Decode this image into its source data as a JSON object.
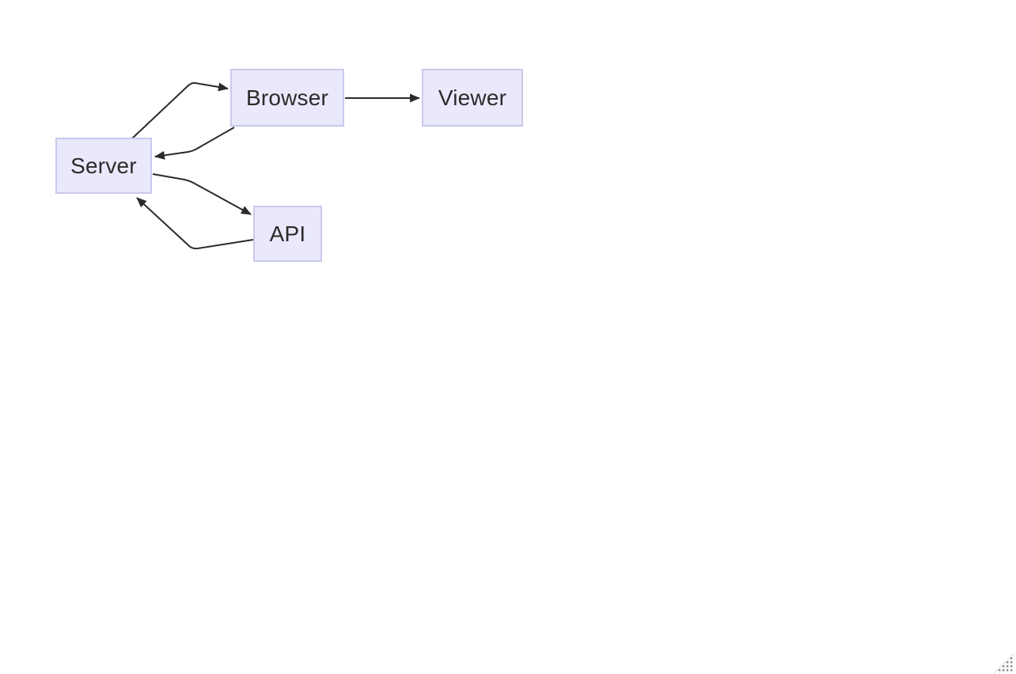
{
  "page": {
    "background_color": "#ffffff"
  },
  "diagram": {
    "nodes": [
      {
        "id": "server",
        "label": "Server"
      },
      {
        "id": "browser",
        "label": "Browser"
      },
      {
        "id": "viewer",
        "label": "Viewer"
      },
      {
        "id": "api",
        "label": "API"
      }
    ],
    "edges": [
      {
        "from": "Server",
        "to": "Browser"
      },
      {
        "from": "Browser",
        "to": "Server"
      },
      {
        "from": "Browser",
        "to": "Viewer"
      },
      {
        "from": "Server",
        "to": "API"
      },
      {
        "from": "API",
        "to": "Server"
      }
    ],
    "colors": {
      "node_fill": "#e9e9fb",
      "node_border": "#c8c9ec",
      "node_text": "#2b2b2b",
      "edge_stroke": "#2b2b2b"
    }
  },
  "resize_grip": {
    "icon": "resize-grip-icon",
    "dot_color": "#8a8a8a",
    "highlight_color": "#ececec"
  }
}
